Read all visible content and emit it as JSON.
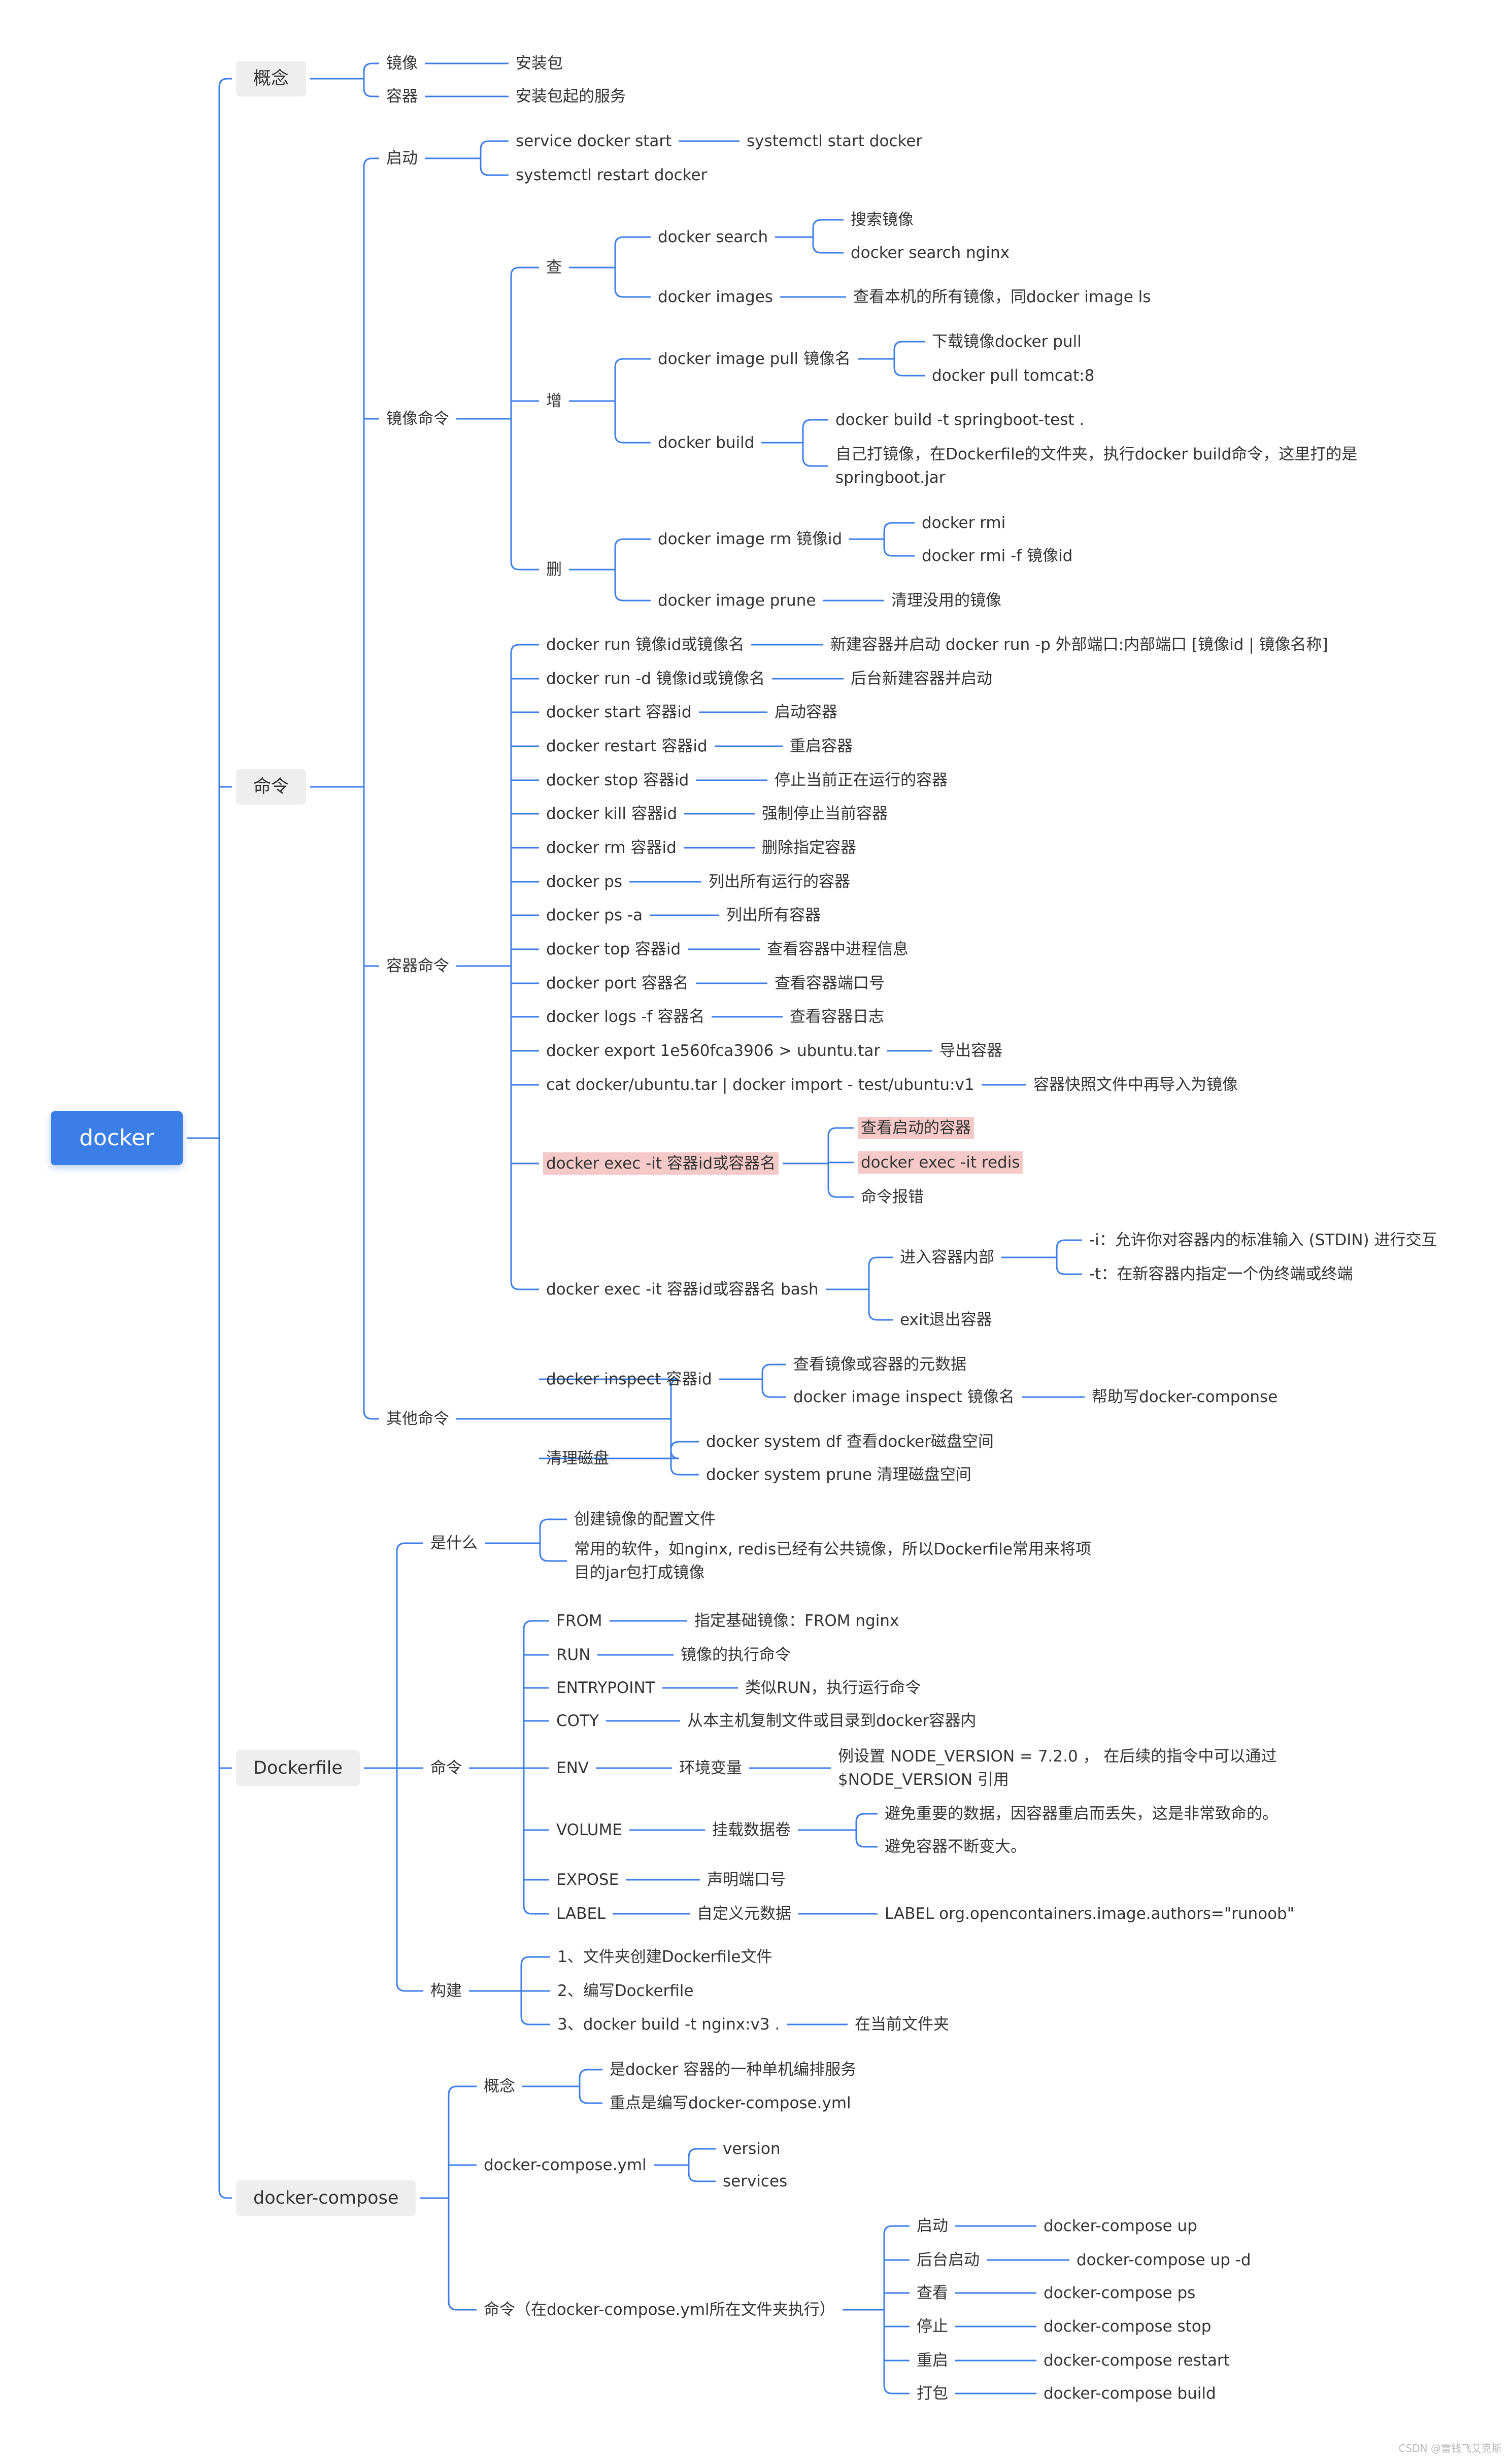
{
  "colors": {
    "line": "#3b7ee8",
    "root": "#3b7ee8",
    "highlight": "#f6c9c9",
    "text": "#333333"
  },
  "watermark": "CSDN @雷钱飞艾克斯",
  "tree": {
    "text": "docker",
    "children": [
      {
        "text": "概念",
        "children": [
          {
            "text": "镜像",
            "children": [
              {
                "text": "安装包"
              }
            ]
          },
          {
            "text": "容器",
            "children": [
              {
                "text": "安装包起的服务"
              }
            ]
          }
        ]
      },
      {
        "text": "命令",
        "children": [
          {
            "text": "启动",
            "children": [
              {
                "text": "service docker start",
                "children": [
                  {
                    "text": "systemctl start docker"
                  }
                ]
              },
              {
                "text": "systemctl restart docker"
              }
            ]
          },
          {
            "text": "镜像命令",
            "children": [
              {
                "text": "查",
                "children": [
                  {
                    "text": "docker search",
                    "children": [
                      {
                        "text": "搜索镜像"
                      },
                      {
                        "text": "docker search nginx"
                      }
                    ]
                  },
                  {
                    "text": "docker images",
                    "children": [
                      {
                        "text": "查看本机的所有镜像，同docker image ls"
                      }
                    ]
                  }
                ]
              },
              {
                "text": "增",
                "children": [
                  {
                    "text": "docker image pull 镜像名",
                    "children": [
                      {
                        "text": "下载镜像docker pull"
                      },
                      {
                        "text": "docker pull tomcat:8"
                      }
                    ]
                  },
                  {
                    "text": "docker build",
                    "children": [
                      {
                        "text": "docker build -t springboot-test ."
                      },
                      {
                        "text": "自己打镜像，在Dockerfile的文件夹，执行docker build命令，这里打的是springboot.jar"
                      }
                    ]
                  }
                ]
              },
              {
                "text": "删",
                "children": [
                  {
                    "text": "docker image rm 镜像id",
                    "children": [
                      {
                        "text": "docker rmi"
                      },
                      {
                        "text": "docker rmi -f 镜像id"
                      }
                    ]
                  },
                  {
                    "text": "docker image prune",
                    "children": [
                      {
                        "text": "清理没用的镜像"
                      }
                    ]
                  }
                ]
              }
            ]
          },
          {
            "text": "容器命令",
            "children": [
              {
                "text": "docker run 镜像id或镜像名",
                "children": [
                  {
                    "text": "新建容器并启动 docker run -p 外部端口:内部端口 [镜像id | 镜像名称]"
                  }
                ]
              },
              {
                "text": "docker run -d 镜像id或镜像名",
                "children": [
                  {
                    "text": "后台新建容器并启动"
                  }
                ]
              },
              {
                "text": "docker start 容器id",
                "children": [
                  {
                    "text": "启动容器"
                  }
                ]
              },
              {
                "text": "docker restart 容器id",
                "children": [
                  {
                    "text": "重启容器"
                  }
                ]
              },
              {
                "text": "docker stop 容器id",
                "children": [
                  {
                    "text": "停止当前正在运行的容器"
                  }
                ]
              },
              {
                "text": "docker kill 容器id",
                "children": [
                  {
                    "text": "强制停止当前容器"
                  }
                ]
              },
              {
                "text": "docker rm 容器id",
                "children": [
                  {
                    "text": "删除指定容器"
                  }
                ]
              },
              {
                "text": "docker ps",
                "children": [
                  {
                    "text": "列出所有运行的容器"
                  }
                ]
              },
              {
                "text": "docker ps -a",
                "children": [
                  {
                    "text": "列出所有容器"
                  }
                ]
              },
              {
                "text": "docker top 容器id",
                "children": [
                  {
                    "text": "查看容器中进程信息"
                  }
                ]
              },
              {
                "text": "docker port 容器名",
                "children": [
                  {
                    "text": "查看容器端口号"
                  }
                ]
              },
              {
                "text": "docker logs -f 容器名",
                "children": [
                  {
                    "text": "查看容器日志"
                  }
                ]
              },
              {
                "text": "docker export 1e560fca3906 > ubuntu.tar",
                "children": [
                  {
                    "text": "导出容器"
                  }
                ]
              },
              {
                "text": "cat docker/ubuntu.tar | docker import - test/ubuntu:v1",
                "children": [
                  {
                    "text": "容器快照文件中再导入为镜像"
                  }
                ]
              },
              {
                "text": "docker exec -it 容器id或容器名",
                "highlight": true,
                "children": [
                  {
                    "text": "查看启动的容器",
                    "highlight": true
                  },
                  {
                    "text": "docker exec -it redis",
                    "highlight": true
                  },
                  {
                    "text": "命令报错"
                  }
                ]
              },
              {
                "text": "docker exec -it 容器id或容器名 bash",
                "children": [
                  {
                    "text": "进入容器内部",
                    "children": [
                      {
                        "text": "-i：允许你对容器内的标准输入 (STDIN) 进行交互"
                      },
                      {
                        "text": "-t：在新容器内指定一个伪终端或终端"
                      }
                    ]
                  },
                  {
                    "text": "exit退出容器"
                  }
                ]
              }
            ]
          },
          {
            "text": "其他命令",
            "children": [
              {
                "text": "docker inspect 容器id",
                "children": [
                  {
                    "text": "查看镜像或容器的元数据"
                  },
                  {
                    "text": "docker image inspect 镜像名",
                    "children": [
                      {
                        "text": "帮助写docker-componse"
                      }
                    ]
                  }
                ]
              },
              {
                "text": "清理磁盘",
                "children": [
                  {
                    "text": "docker system df 查看docker磁盘空间"
                  },
                  {
                    "text": "docker system prune 清理磁盘空间"
                  }
                ]
              }
            ]
          }
        ]
      },
      {
        "text": "Dockerfile",
        "children": [
          {
            "text": "是什么",
            "children": [
              {
                "text": "创建镜像的配置文件"
              },
              {
                "text": "常用的软件，如nginx, redis已经有公共镜像，所以Dockerfile常用来将项目的jar包打成镜像"
              }
            ]
          },
          {
            "text": "命令",
            "children": [
              {
                "text": "FROM",
                "children": [
                  {
                    "text": "指定基础镜像：FROM nginx"
                  }
                ]
              },
              {
                "text": "RUN",
                "children": [
                  {
                    "text": "镜像的执行命令"
                  }
                ]
              },
              {
                "text": "ENTRYPOINT",
                "children": [
                  {
                    "text": "类似RUN，执行运行命令"
                  }
                ]
              },
              {
                "text": "COTY",
                "children": [
                  {
                    "text": "从本主机复制文件或目录到docker容器内"
                  }
                ]
              },
              {
                "text": "ENV",
                "children": [
                  {
                    "text": "环境变量",
                    "children": [
                      {
                        "text": "例设置 NODE_VERSION = 7.2.0 ， 在后续的指令中可以通过 $NODE_VERSION 引用"
                      }
                    ]
                  }
                ]
              },
              {
                "text": "VOLUME",
                "children": [
                  {
                    "text": "挂载数据卷",
                    "children": [
                      {
                        "text": "避免重要的数据，因容器重启而丢失，这是非常致命的。"
                      },
                      {
                        "text": "避免容器不断变大。"
                      }
                    ]
                  }
                ]
              },
              {
                "text": "EXPOSE",
                "children": [
                  {
                    "text": "声明端口号"
                  }
                ]
              },
              {
                "text": "LABEL",
                "children": [
                  {
                    "text": "自定义元数据",
                    "children": [
                      {
                        "text": "LABEL org.opencontainers.image.authors=\"runoob\""
                      }
                    ]
                  }
                ]
              }
            ]
          },
          {
            "text": "构建",
            "children": [
              {
                "text": "1、文件夹创建Dockerfile文件"
              },
              {
                "text": "2、编写Dockerfile"
              },
              {
                "text": "3、docker build -t nginx:v3 .",
                "children": [
                  {
                    "text": "在当前文件夹"
                  }
                ]
              }
            ]
          }
        ]
      },
      {
        "text": "docker-compose",
        "children": [
          {
            "text": "概念",
            "children": [
              {
                "text": "是docker 容器的一种单机编排服务"
              },
              {
                "text": "重点是编写docker-compose.yml"
              }
            ]
          },
          {
            "text": "docker-compose.yml",
            "children": [
              {
                "text": "version"
              },
              {
                "text": "services"
              }
            ]
          },
          {
            "text": "命令（在docker-compose.yml所在文件夹执行）",
            "children": [
              {
                "text": "启动",
                "children": [
                  {
                    "text": "docker-compose up"
                  }
                ]
              },
              {
                "text": "后台启动",
                "children": [
                  {
                    "text": "docker-compose up -d"
                  }
                ]
              },
              {
                "text": "查看",
                "children": [
                  {
                    "text": "docker-compose ps"
                  }
                ]
              },
              {
                "text": "停止",
                "children": [
                  {
                    "text": "docker-compose stop"
                  }
                ]
              },
              {
                "text": "重启",
                "children": [
                  {
                    "text": "docker-compose restart"
                  }
                ]
              },
              {
                "text": "打包",
                "children": [
                  {
                    "text": "docker-compose build"
                  }
                ]
              }
            ]
          }
        ]
      }
    ]
  }
}
